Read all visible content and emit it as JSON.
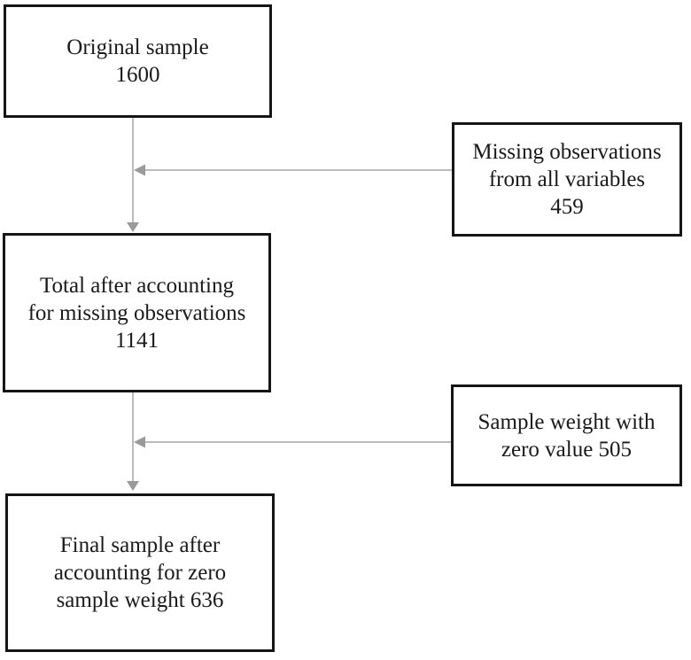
{
  "diagram": {
    "type": "flowchart",
    "colors": {
      "background": "#ffffff",
      "box_border": "#161616",
      "box_fill": "#ffffff",
      "text": "#1a1a1a",
      "connector_line": "#a6a6a6",
      "arrowhead": "#9a9a9a"
    },
    "nodes": [
      {
        "id": "original-sample",
        "text": "Original sample\n1600",
        "value": 1600
      },
      {
        "id": "missing-observations",
        "text": "Missing observations\nfrom all variables\n459",
        "value": 459
      },
      {
        "id": "total-after-missing",
        "text": "Total after accounting\nfor missing observations\n1141",
        "value": 1141
      },
      {
        "id": "sample-weight-zero",
        "text": "Sample weight with\nzero value 505",
        "value": 505
      },
      {
        "id": "final-sample",
        "text": "Final sample after\naccounting for zero\nsample weight 636",
        "value": 636
      }
    ],
    "edges": [
      {
        "from": "original-sample",
        "to": "total-after-missing",
        "direction": "down"
      },
      {
        "from": "missing-observations",
        "to": "original-sample/total-after-missing connector",
        "direction": "left"
      },
      {
        "from": "total-after-missing",
        "to": "final-sample",
        "direction": "down"
      },
      {
        "from": "sample-weight-zero",
        "to": "total-after-missing/final-sample connector",
        "direction": "left"
      }
    ]
  }
}
